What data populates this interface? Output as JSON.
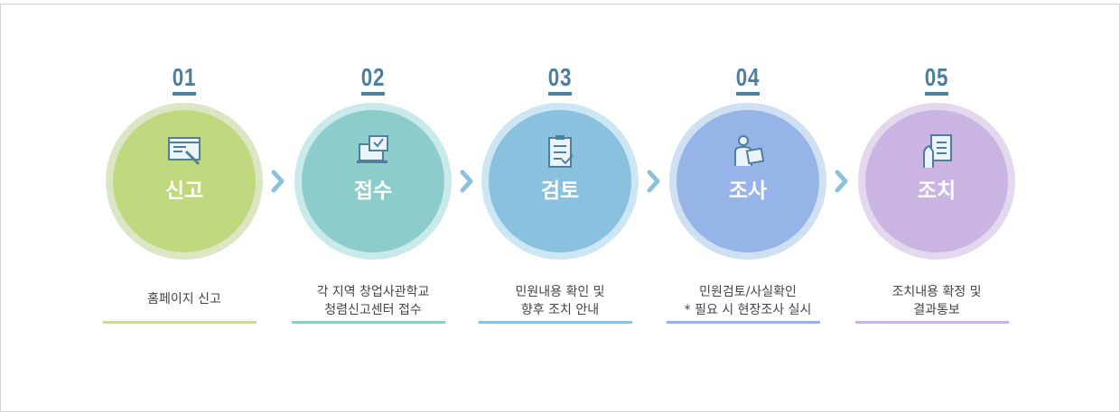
{
  "steps": [
    {
      "number": "01",
      "title": "신고",
      "desc": [
        "홈페이지 신고"
      ],
      "icon": "web-form-pen-icon",
      "color": "#c0d97f",
      "ring": "#dde6c4",
      "bar": "#c9dc9a"
    },
    {
      "number": "02",
      "title": "접수",
      "desc": [
        "각 지역 창업사관학교",
        "청렴신고센터 접수"
      ],
      "icon": "laptop-check-message-icon",
      "color": "#8ccdcc",
      "ring": "#c9e9ea",
      "bar": "#8ccdc4"
    },
    {
      "number": "03",
      "title": "검토",
      "desc": [
        "민원내용 확인 및",
        "향후 조치 안내"
      ],
      "icon": "clipboard-checklist-icon",
      "color": "#89c1df",
      "ring": "#cde6f3",
      "bar": "#89c1df"
    },
    {
      "number": "04",
      "title": "조사",
      "desc": [
        "민원검토/사실확인",
        "* 필요 시 현장조사 실시"
      ],
      "icon": "person-document-icon",
      "color": "#97b4e8",
      "ring": "#d0e0f3",
      "bar": "#97b4e8"
    },
    {
      "number": "05",
      "title": "조치",
      "desc": [
        "조치내용 확정 및",
        "결과통보"
      ],
      "icon": "hand-document-icon",
      "color": "#c9b4e2",
      "ring": "#e3d8ee",
      "bar": "#c9b4e2"
    }
  ],
  "arrow_color": "#89c1df"
}
